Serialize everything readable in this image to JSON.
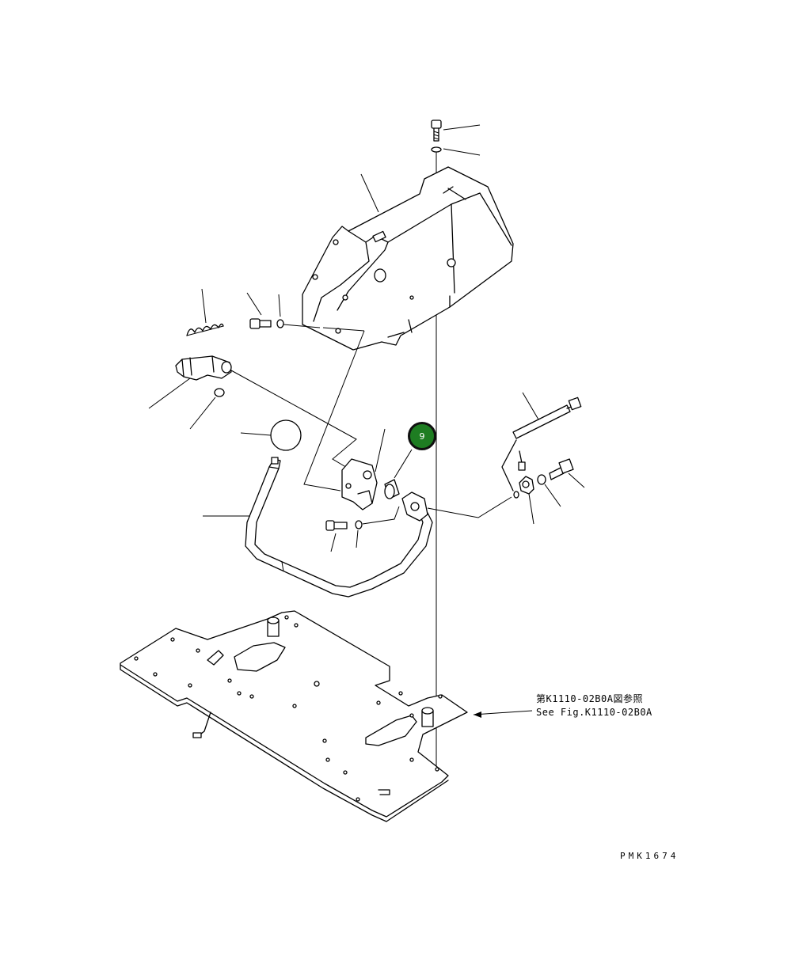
{
  "reference": {
    "japanese": "第K1110-02B0A図参照",
    "english": "See Fig.K1110-02B0A"
  },
  "drawing_code": "PMK1674",
  "callout": {
    "number": "9",
    "color": "#1e7d22",
    "border_color": "#101010"
  },
  "parts": [
    "bolt",
    "washer",
    "console-box",
    "spring",
    "lever-bracket",
    "plug",
    "ball-knob",
    "lever-rod",
    "bracket",
    "bushing",
    "yoke",
    "wire-harness",
    "connector",
    "switch",
    "floor-plate"
  ]
}
